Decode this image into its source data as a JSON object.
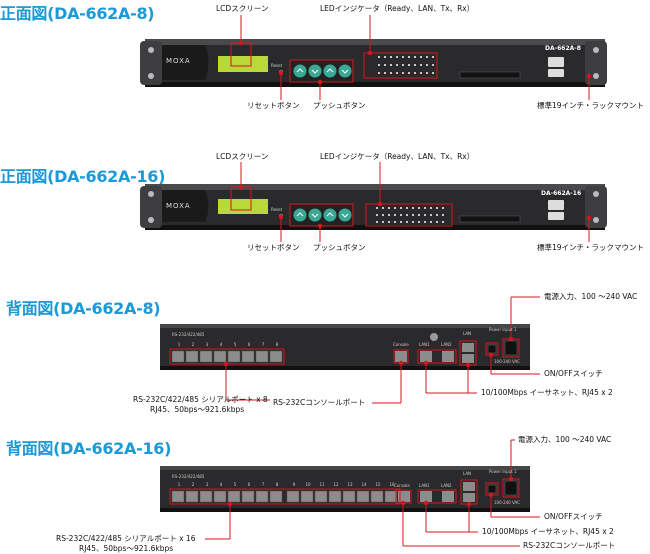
{
  "front8": {
    "title": "正面図(DA-662A-8)",
    "device_brand": "MOXA",
    "device_model": "DA-662A-8",
    "reset_small": "Reset",
    "labels": {
      "lcd": "LCDスクリーン",
      "led": "LEDインジケータ（Ready、LAN、Tx、Rx）",
      "reset": "リセットボタン",
      "push": "プッシュボタン",
      "rack": "標準19インチ・ラックマウント"
    }
  },
  "front16": {
    "title": "正面図(DA-662A-16)",
    "device_brand": "MOXA",
    "device_model": "DA-662A-16",
    "reset_small": "Reset",
    "labels": {
      "lcd": "LCDスクリーン",
      "led": "LEDインジケータ（Ready、LAN、Tx、Rx）",
      "reset": "リセットボタン",
      "push": "プッシュボタン",
      "rack": "標準19インチ・ラックマウント"
    }
  },
  "rear8": {
    "title": "背面図(DA-662A-8)",
    "panel_text": "RS-232/422/485",
    "port_numbers": [
      "1",
      "2",
      "3",
      "4",
      "5",
      "6",
      "7",
      "8"
    ],
    "console_text": "Console",
    "lan1_text": "LAN1",
    "lan2_text": "LAN2",
    "lan_text": "LAN",
    "power_text": "Power Input 1",
    "vac_text": "100-240 VAC",
    "labels": {
      "power": "電源入力、100 ～240 VAC",
      "onoff": "ON/OFFスイッチ",
      "serial_1": "RS-232C/422/485 シリアルポート x 8",
      "serial_2": "RJ45、50bps～921.6kbps",
      "console": "RS-232Cコンソールポート",
      "ethernet": "10/100Mbps イーサネット、RJ45 x 2"
    }
  },
  "rear16": {
    "title": "背面図(DA-662A-16)",
    "panel_text": "RS-232/422/485",
    "port_numbers": [
      "1",
      "2",
      "3",
      "4",
      "5",
      "6",
      "7",
      "8",
      "9",
      "10",
      "11",
      "12",
      "13",
      "14",
      "15",
      "16"
    ],
    "console_text": "Console",
    "lan1_text": "LAN1",
    "lan2_text": "LAN2",
    "lan_text": "LAN",
    "power_text": "Power Input 1",
    "vac_text": "100-240 VAC",
    "labels": {
      "power": "電源入力、100 ～240 VAC",
      "onoff": "ON/OFFスイッチ",
      "serial_1": "RS-232C/422/485 シリアルポート x 16",
      "serial_2": "RJ45、50bps～921.6kbps",
      "ethernet": "10/100Mbps イーサネット、RJ45 x 2",
      "console": "RS-232Cコンソールポート"
    }
  },
  "colors": {
    "title": "#1a9ad8",
    "callout": "#d9141e",
    "panel": "#1c1c1e",
    "panel_edge": "#3a3a3c",
    "lcd": "#b9d83a",
    "button": "#3aa894",
    "port": "#8c8c8c"
  }
}
